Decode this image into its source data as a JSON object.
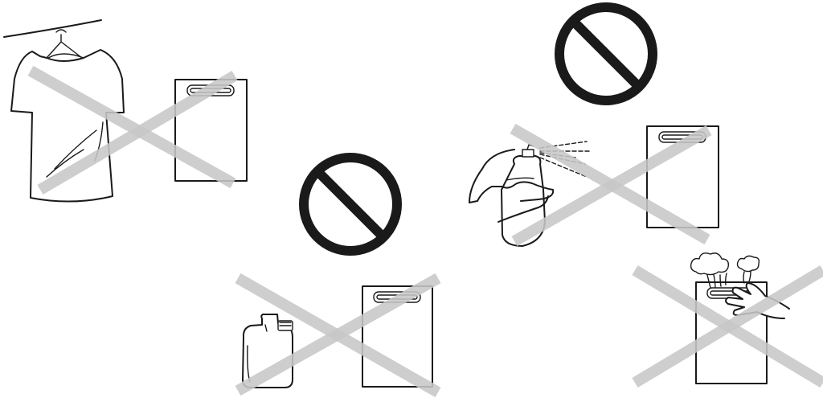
{
  "panels": [
    {
      "id": "hang-dry",
      "marking": "cross",
      "depiction": "shirt-on-hanger"
    },
    {
      "id": "solvent",
      "marking": "cross",
      "depiction": "jerrycan"
    },
    {
      "id": "spray",
      "marking": "cross",
      "depiction": "aerosol-spray"
    },
    {
      "id": "steam",
      "marking": "cross",
      "depiction": "steam-hand"
    }
  ],
  "prohibition_signs": 2,
  "colors": {
    "cross": "#c8c8c8",
    "ink": "#1a1a1a",
    "background": "#ffffff"
  }
}
